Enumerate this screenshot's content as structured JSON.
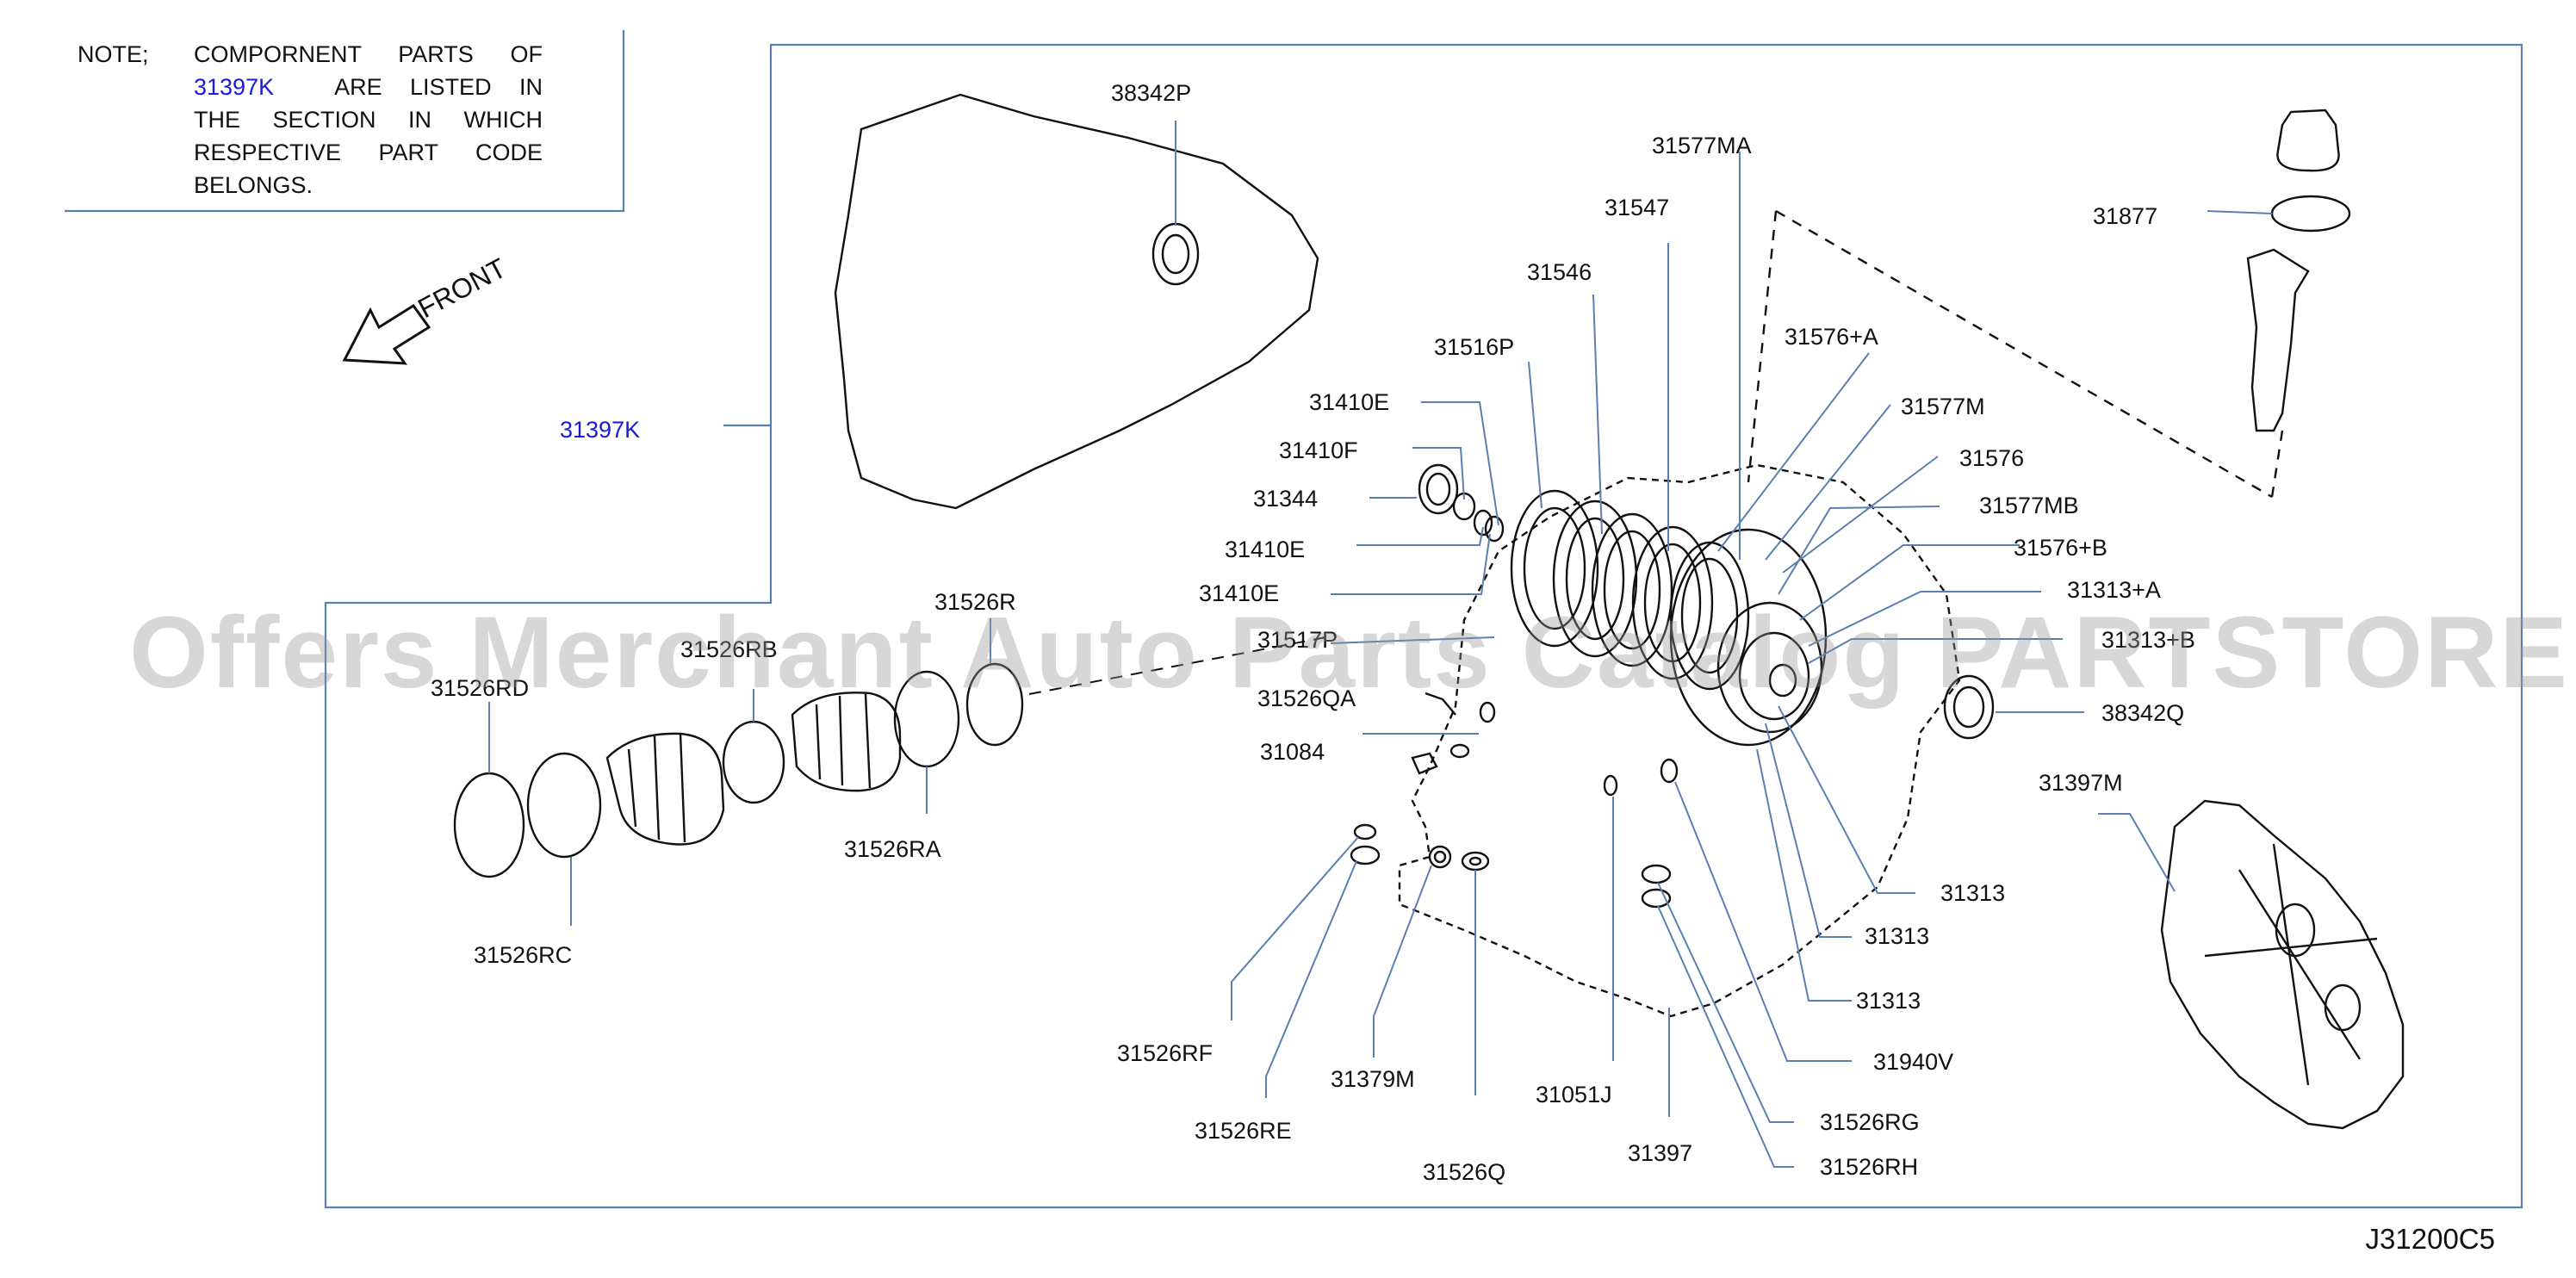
{
  "note": {
    "label": "NOTE;",
    "line1": "COMPORNENT PARTS OF",
    "line2_ref": "31397K",
    "line2_rest": "ARE LISTED IN",
    "line3": "THE SECTION IN WHICH",
    "line4": "RESPECTIVE PART CODE",
    "line5": "BELONGS."
  },
  "front_label": "FRONT",
  "assembly_ref": "31397K",
  "diagram_code": "J31200C5",
  "watermark": "Offers Merchant Auto Parts Catalog PARTSTORE.SA",
  "colors": {
    "link": "#1a1adb",
    "line": "#5a7fb0",
    "ink": "#111111"
  },
  "parts": {
    "p38342P": "38342P",
    "p31577MA": "31577MA",
    "p31547": "31547",
    "p31546": "31546",
    "p31516P": "31516P",
    "p31410E_a": "31410E",
    "p31410F": "31410F",
    "p31344": "31344",
    "p31410E_b": "31410E",
    "p31410E_c": "31410E",
    "p31517P": "31517P",
    "p31526QA": "31526QA",
    "p31084": "31084",
    "p31576A": "31576+A",
    "p31577M": "31577M",
    "p31576": "31576",
    "p31577MB": "31577MB",
    "p31576B": "31576+B",
    "p31313A": "31313+A",
    "p31313B": "31313+B",
    "p38342Q": "38342Q",
    "p31877": "31877",
    "p31397M": "31397M",
    "p31313_1": "31313",
    "p31313_2": "31313",
    "p31313_3": "31313",
    "p31940V": "31940V",
    "p31526RG": "31526RG",
    "p31526RH": "31526RH",
    "p31397": "31397",
    "p31051J": "31051J",
    "p31526Q": "31526Q",
    "p31379M": "31379M",
    "p31526RE": "31526RE",
    "p31526RF": "31526RF",
    "p31526R": "31526R",
    "p31526RB": "31526RB",
    "p31526RD": "31526RD",
    "p31526RA": "31526RA",
    "p31526RC": "31526RC"
  }
}
